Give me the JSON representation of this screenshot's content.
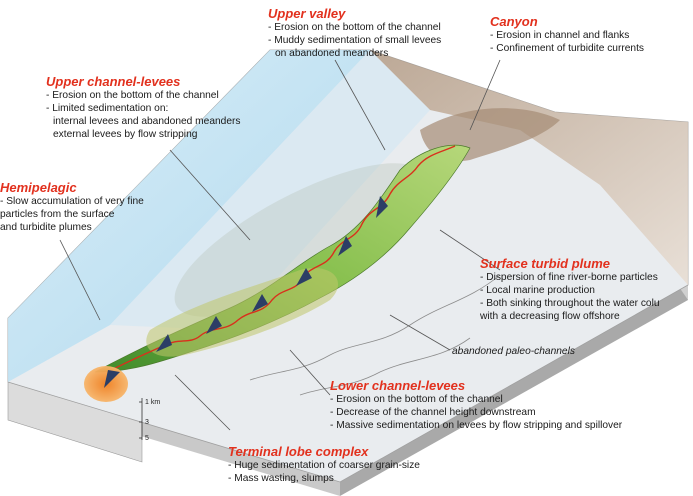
{
  "colors": {
    "title": "#e2311e",
    "water": "#bfe3f4",
    "channel_green": "#7db84a",
    "lobe_orange": "#f39a37",
    "arrow": "#2c3e66",
    "flow_line": "#d9301c"
  },
  "labels": {
    "upper_valley": {
      "title": "Upper valley",
      "items": [
        "- Erosion on the bottom of the channel",
        "- Muddy sedimentation of small levees",
        "on abandoned meanders"
      ]
    },
    "canyon": {
      "title": "Canyon",
      "items": [
        "- Erosion in channel and flanks",
        "- Confinement of turbidite currents"
      ]
    },
    "upper_channel_levees": {
      "title": "Upper channel-levees",
      "items": [
        "- Erosion on the bottom of the channel",
        "- Limited sedimentation on:",
        "internal levees and abandoned meanders",
        "external levees by flow stripping"
      ]
    },
    "hemipelagic": {
      "title": "Hemipelagic",
      "items": [
        "- Slow accumulation of very fine",
        "particles from the surface",
        "and turbidite plumes"
      ]
    },
    "surface_turbid_plume": {
      "title": "Surface turbid plume",
      "items": [
        "- Dispersion of fine river-borne particles",
        "- Local marine production",
        "- Both sinking throughout the water colu",
        "with a decreasing flow offshore"
      ]
    },
    "abandoned_paleo_channels": "abandoned paleo-channels",
    "lower_channel_levees": {
      "title": "Lower channel-levees",
      "items": [
        "- Erosion on the bottom of the channel",
        "- Decrease of the channel height downstream",
        "- Massive sedimentation on levees by flow stripping and spillover"
      ]
    },
    "terminal_lobe_complex": {
      "title": "Terminal lobe complex",
      "items": [
        "- Huge sedimentation of coarser grain-size",
        "- Mass wasting, slumps"
      ]
    }
  },
  "depth_scale": [
    "1 km",
    "3",
    "5"
  ]
}
